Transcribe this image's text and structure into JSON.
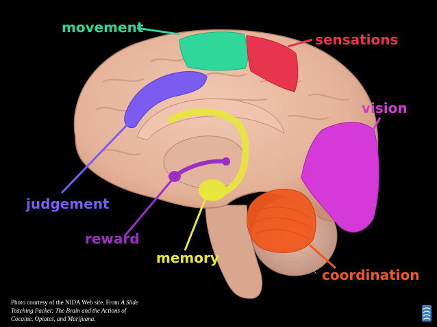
{
  "labels": {
    "movement": "movement",
    "sensations": "sensations",
    "vision": "vision",
    "judgement": "judgement",
    "reward": "reward",
    "memory": "memory",
    "coordination": "coordination"
  },
  "colors": {
    "background": "#000000",
    "brain": "#e8b8a0",
    "movement": "#2fd79a",
    "sensations": "#e8344f",
    "vision": "#d43ad8",
    "judgement": "#7b5cf0",
    "reward": "#9b2fc4",
    "memory": "#e8e83a",
    "coordination": "#f05a1e"
  },
  "credit": {
    "prefix": "Photo courtesy of the NIDA Web site. From ",
    "italic": "A Slide Teaching Packet: The Brain and the Actions of Cocaine, Opiates, and Marijuana."
  },
  "logo": {
    "icon": "nida-logo-icon"
  }
}
